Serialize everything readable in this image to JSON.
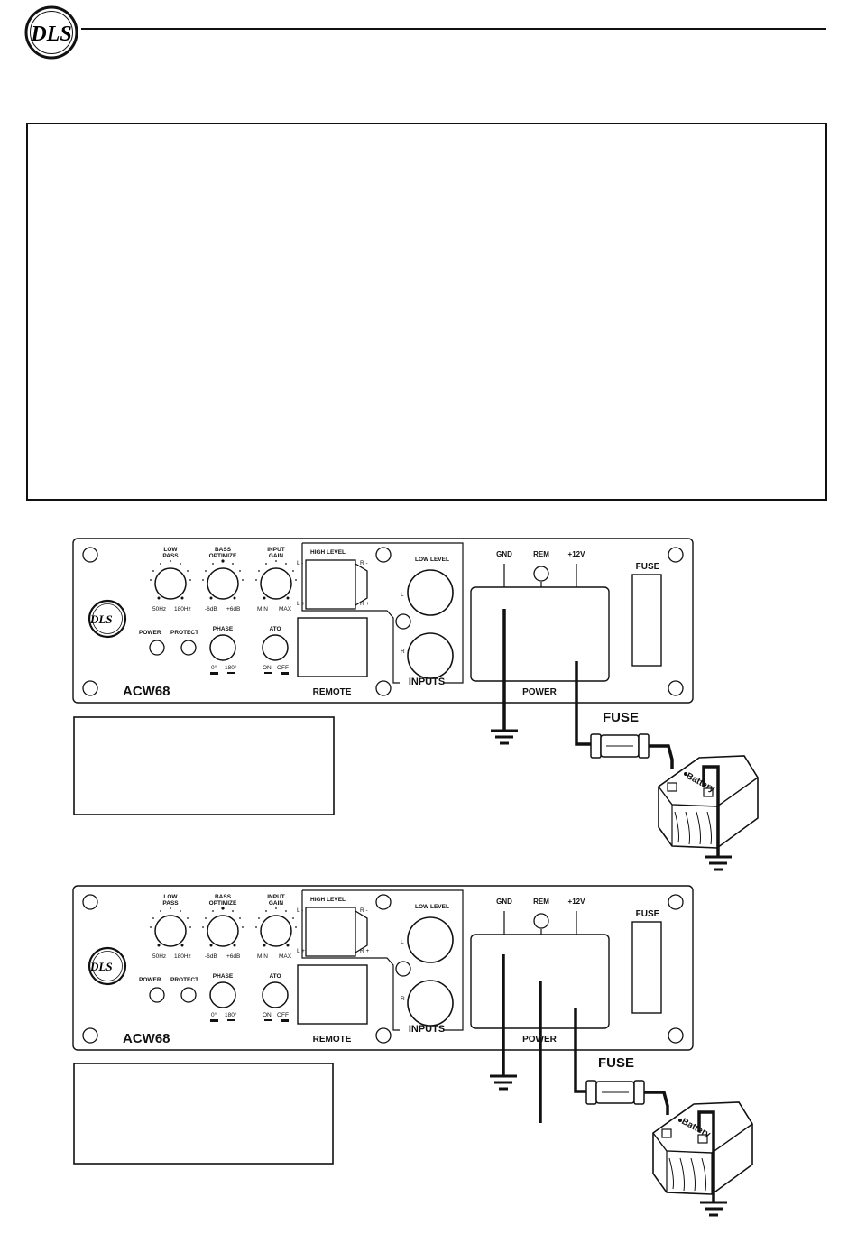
{
  "brand": {
    "logo_text": "DLS"
  },
  "panel": {
    "model": "ACW68",
    "low_pass_label": [
      "LOW",
      "PASS"
    ],
    "low_pass_min": "50Hz",
    "low_pass_max": "180Hz",
    "bass_optimize_label": [
      "BASS",
      "OPTIMIZE"
    ],
    "bass_optimize_min": "-6dB",
    "bass_optimize_max": "+6dB",
    "input_gain_label": [
      "INPUT",
      "GAIN"
    ],
    "input_gain_min": "MIN",
    "input_gain_max": "MAX",
    "power_led_label": "POWER",
    "protect_led_label": "PROTECT",
    "phase_label": "PHASE",
    "phase_min": "0°",
    "phase_max": "180°",
    "ato_label": "ATO",
    "ato_on": "ON",
    "ato_off": "OFF",
    "high_level_label": "HIGH LEVEL",
    "hl_l_minus": "L -",
    "hl_r_minus": "R -",
    "hl_l_plus": "L +",
    "hl_r_plus": "R +",
    "low_level_label": "LOW LEVEL",
    "low_level_l": "L",
    "low_level_r": "R",
    "inputs_label": "INPUTS",
    "remote_label": "REMOTE",
    "gnd_label": "GND",
    "rem_label": "REM",
    "v12_label": "+12V",
    "power_label": "POWER",
    "fuse_label": "FUSE"
  },
  "wiring": {
    "fuse_label": "FUSE",
    "battery_label": "Battery"
  }
}
